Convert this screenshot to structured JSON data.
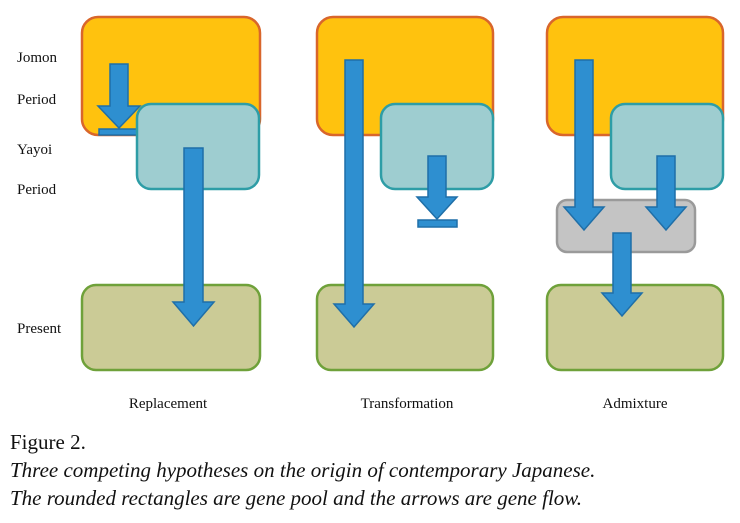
{
  "row_labels": {
    "jomon": "Jomon",
    "jomon_period": "Period",
    "yayoi": "Yayoi",
    "yayoi_period": "Period",
    "present": "Present"
  },
  "columns": {
    "replacement": "Replacement",
    "transformation": "Transformation",
    "admixture": "Admixture"
  },
  "caption": {
    "figure_label": "Figure 2.",
    "line1": "Three competing hypotheses on the origin of contemporary Japanese.",
    "line2": "The rounded rectangles are gene pool and the arrows are gene flow."
  },
  "colors": {
    "jomon_fill": "#FFC20E",
    "jomon_stroke": "#D9662B",
    "yayoi_fill": "#9ECDD0",
    "yayoi_stroke": "#2E9DA6",
    "present_fill": "#CBCB96",
    "present_stroke": "#6FA13A",
    "admix_fill": "#C4C4C4",
    "admix_stroke": "#9A9A9A",
    "arrow_fill": "#2E8FD0",
    "arrow_stroke": "#1F6FA8"
  }
}
